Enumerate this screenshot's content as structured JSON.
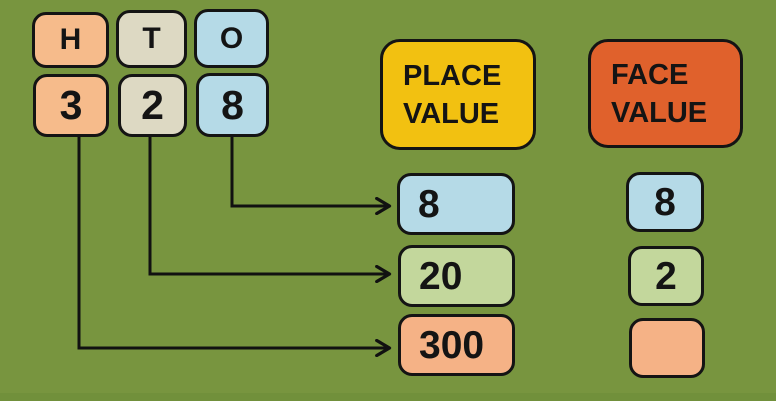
{
  "colors": {
    "background": "#78953F",
    "bottom_strip": "#71903B",
    "border": "#141414",
    "arrow": "#111111",
    "peach": "#F6BB8B",
    "tan": "#DDD9C3",
    "blue": "#B5DAE7",
    "light_green": "#C3D79C",
    "light_orange": "#F5B286",
    "yellow_header": "#F2C111",
    "red_header": "#E0612C"
  },
  "digit_table": {
    "headers": [
      {
        "label": "H",
        "color": "#F6BB8B"
      },
      {
        "label": "T",
        "color": "#DDD9C3"
      },
      {
        "label": "O",
        "color": "#B5DAE7"
      }
    ],
    "digits": [
      {
        "value": "3",
        "color": "#F6BB8B"
      },
      {
        "value": "2",
        "color": "#DDD9C3"
      },
      {
        "value": "8",
        "color": "#B5DAE7"
      }
    ]
  },
  "place_value": {
    "title": "PLACE VALUE",
    "header_color": "#F2C111",
    "items": [
      {
        "value": "8",
        "color": "#B5DAE7"
      },
      {
        "value": "20",
        "color": "#C3D79C"
      },
      {
        "value": "300",
        "color": "#F5B286"
      }
    ]
  },
  "face_value": {
    "title": "FACE VALUE",
    "header_color": "#E0612C",
    "items": [
      {
        "value": "8",
        "color": "#B5DAE7"
      },
      {
        "value": "2",
        "color": "#C3D79C"
      },
      {
        "value": "",
        "color": "#F5B286"
      }
    ]
  }
}
